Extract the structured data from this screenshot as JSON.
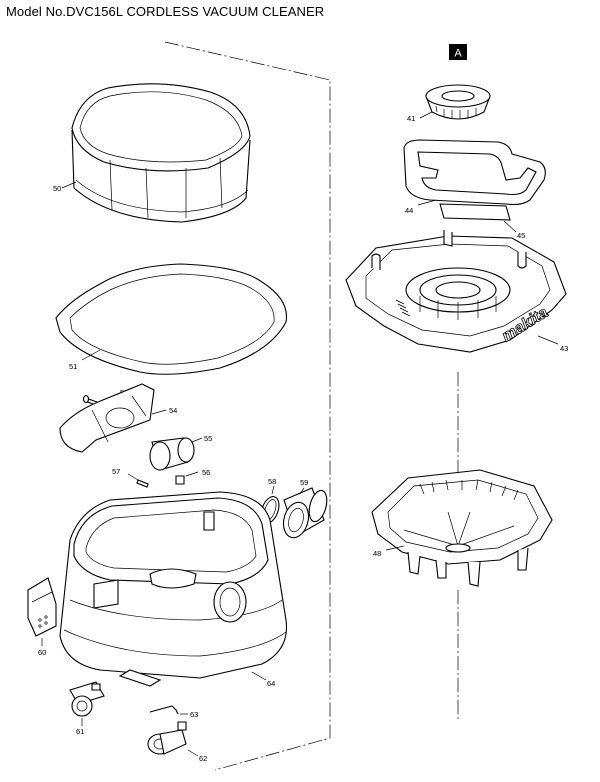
{
  "header": {
    "title": "Model No.DVC156L CORDLESS VACUUM CLEANER"
  },
  "view_tag": "A",
  "callouts": {
    "p41": "41",
    "p44": "44",
    "p45": "45",
    "p43": "43",
    "p48": "48",
    "p50": "50",
    "p51": "51",
    "p53": "53",
    "p54": "54",
    "p55": "55",
    "p56": "56",
    "p57": "57",
    "p58": "58",
    "p59": "59",
    "p60": "60",
    "p61": "61",
    "p62": "62",
    "p63": "63",
    "p64": "64"
  },
  "brand": {
    "logo": "makita"
  }
}
